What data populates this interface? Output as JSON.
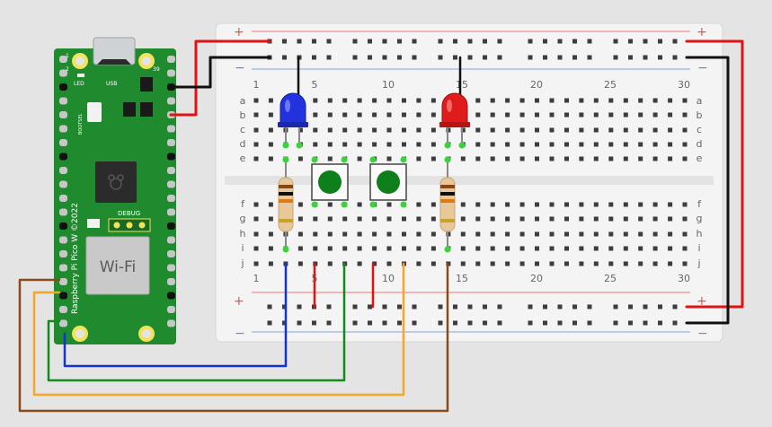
{
  "breadboard": {
    "column_numbers": [
      "1",
      "5",
      "10",
      "15",
      "20",
      "25",
      "30"
    ],
    "rows_top": [
      "a",
      "b",
      "c",
      "d",
      "e"
    ],
    "rows_bottom": [
      "f",
      "g",
      "h",
      "i",
      "j"
    ],
    "rail_plus": "+",
    "rail_minus": "−",
    "colors": {
      "board": "#f4f4f4",
      "hole": "#3d3d3d",
      "plus_line": "#e87a7a",
      "minus_line": "#7aa7d6"
    }
  },
  "pico": {
    "name_label": "Raspberry Pi Pico W ©2022",
    "led_label": "LED",
    "usb_label": "USB",
    "bootsel_label": "BOOTSEL",
    "debug_label": "DEBUG",
    "wifi_label": "Wi-Fi",
    "pin1_label": "1",
    "pin2_label": "2",
    "pin39_label": "39",
    "colors": {
      "board": "#1f8a2e",
      "pad": "#f2e35a"
    }
  },
  "components": {
    "led_blue_color": "#2233dd",
    "led_red_color": "#e01b1b",
    "button_cap_color": "#0f7f1b"
  },
  "wires": {
    "colors": {
      "red": "#e01212",
      "black": "#111111",
      "blue": "#1433d6",
      "green": "#148a1c",
      "orange": "#f5a623",
      "brown": "#8b4a1c"
    }
  }
}
